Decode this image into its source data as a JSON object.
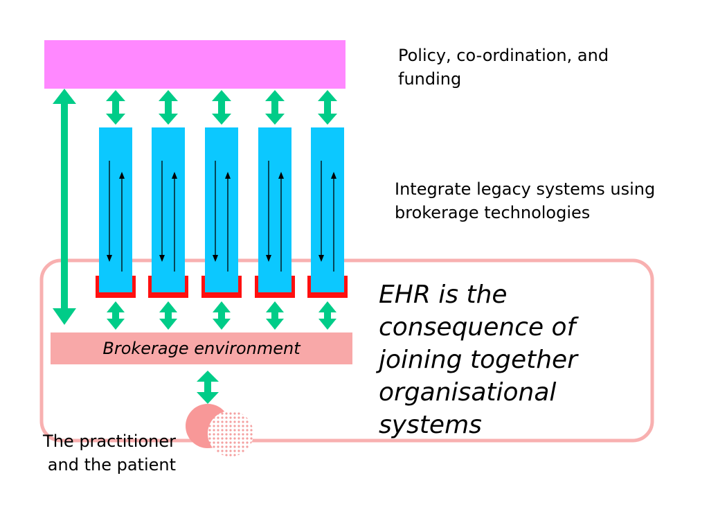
{
  "labels": {
    "policy": "Policy, co-ordination, and funding",
    "legacy": "Integrate legacy systems using brokerage technologies",
    "ehr": "EHR is the consequence of joining together organisational systems",
    "brokerage": "Brokerage environment",
    "practitioner": "The practitioner and the patient"
  },
  "colors": {
    "policy_bar": "#ff88ff",
    "system_column": "#0cc8ff",
    "connector_bracket": "#ff1010",
    "green_arrow": "#00cc88",
    "brokerage_bar": "#f8a8a8",
    "ehr_boundary": "#f8b0b0",
    "practitioner_circle": "#f89898",
    "patient_circle": "#f8a0a0"
  }
}
